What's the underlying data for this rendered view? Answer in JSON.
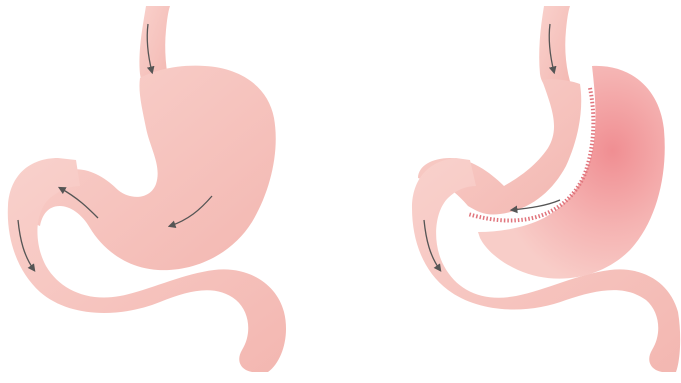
{
  "colors": {
    "background": "#ffffff",
    "tissue_fill": "#f6c2bd",
    "tissue_fill_light": "#f9d3cf",
    "tissue_edge": "#f0aea8",
    "pouch_inner": "#f29a9a",
    "staple_line": "#e0747c",
    "arrow": "#555555"
  },
  "panels": [
    {
      "id": "normal-stomach",
      "arrow_icon": "flow-arrow-icon",
      "arrow_count": 4
    },
    {
      "id": "sleeve-gastrectomy",
      "arrow_icon": "flow-arrow-icon",
      "arrow_count": 3,
      "has_staple_line": true,
      "has_resected_portion": true
    }
  ]
}
